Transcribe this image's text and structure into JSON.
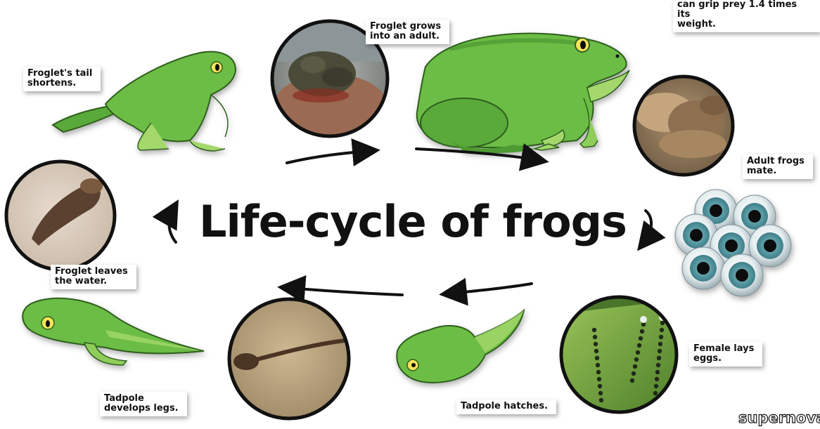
{
  "title": "Life-cycle of frogs",
  "brand": "supernova",
  "colors": {
    "frog_green": "#6cbd44",
    "frog_dark": "#3d8a2a",
    "frog_light": "#a4d86c",
    "egg_teal": "#4a8d96",
    "photo_ring": "#111111"
  },
  "labels": {
    "top_left_partial": "",
    "grip_fact": "can grip prey 1.4 times its\nweight.",
    "froglet_adult": "Froglet grows\ninto an adult.",
    "tail_shortens": "Froglet's tail\nshortens.",
    "adult_mate": "Adult frogs\nmate.",
    "leaves_water": "Froglet leaves\nthe water.",
    "lays_eggs": "Female lays\neggs.",
    "develops_legs": "Tadpole\ndevelops legs.",
    "hatches": "Tadpole hatches."
  },
  "stages": [
    "Adult frogs mate.",
    "Female lays eggs.",
    "Tadpole hatches.",
    "Tadpole develops legs.",
    "Froglet leaves the water.",
    "Froglet's tail shortens.",
    "Froglet grows into an adult."
  ]
}
